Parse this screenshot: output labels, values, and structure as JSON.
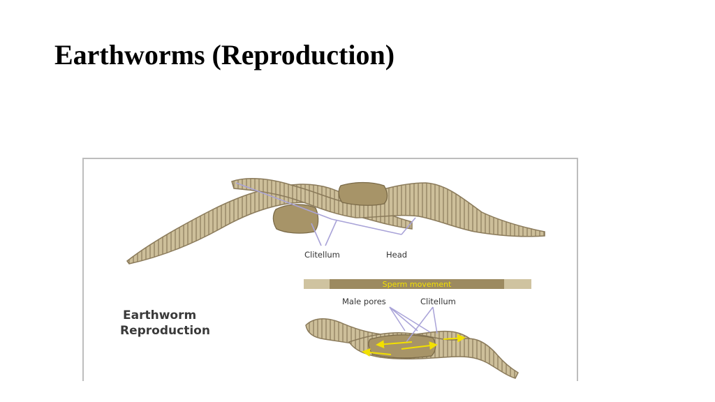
{
  "slide": {
    "title": "Earthworms (Reproduction)"
  },
  "figure": {
    "caption_line1": "Earthworm",
    "caption_line2": "Reproduction",
    "top_labels": {
      "clitellum": "Clitellum",
      "head": "Head"
    },
    "banner": "Sperm movement",
    "bottom_labels": {
      "male_pores": "Male pores",
      "clitellum": "Clitellum"
    }
  },
  "colors": {
    "worm_body": "#cdbf9a",
    "worm_outline": "#8a7a5a",
    "clitellum": "#a79468",
    "pointer_line": "#a9a3d8",
    "banner_bar": "#cfc3a0",
    "banner_center": "#9c8a60",
    "arrow": "#f2e000"
  }
}
